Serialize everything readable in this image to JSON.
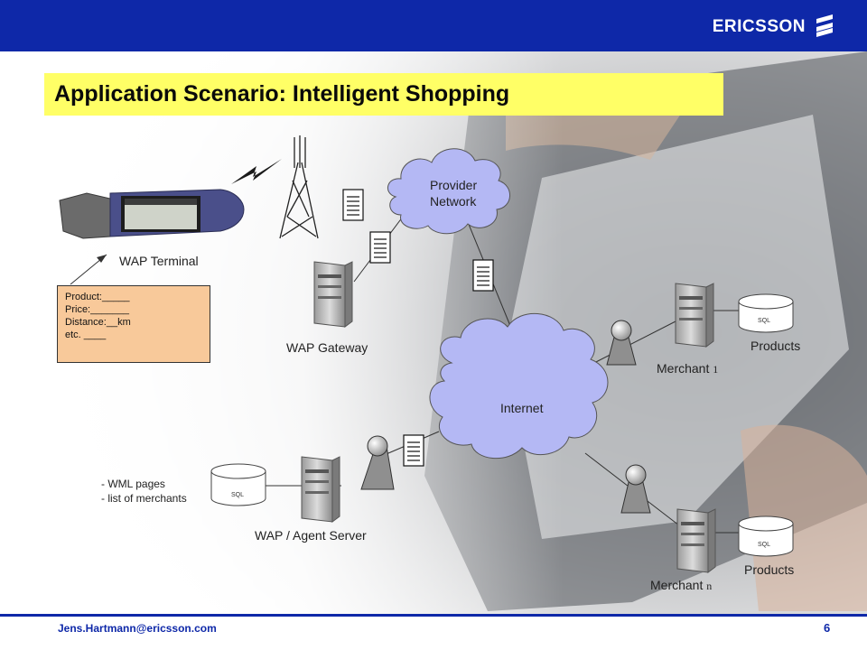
{
  "header": {
    "brand": "ERICSSON",
    "bar_color": "#0e28a8"
  },
  "slide": {
    "title": "Application Scenario: Intelligent Shopping",
    "title_bg": "#ffff66"
  },
  "diagram": {
    "clouds": {
      "provider": [
        "Provider",
        "Network"
      ],
      "internet": "Internet"
    },
    "labels": {
      "wap_terminal": "WAP Terminal",
      "wap_gateway": "WAP Gateway",
      "agent_server": "WAP / Agent Server",
      "merchant_1": "Merchant",
      "merchant_1_suffix": "1",
      "merchant_n": "Merchant",
      "merchant_n_suffix": "n",
      "products_1": "Products",
      "products_n": "Products",
      "sql": "SQL"
    },
    "agent_notes": [
      "- WML pages",
      "- list of merchants"
    ],
    "form_box": {
      "lines": [
        "Product:_____",
        "Price:_______",
        "Distance:__km",
        "etc.  ____"
      ],
      "bg": "#f8c99a"
    },
    "cloud_color": "#b4b8f4"
  },
  "footer": {
    "email": "Jens.Hartmann@ericsson.com",
    "page_number": "6"
  }
}
